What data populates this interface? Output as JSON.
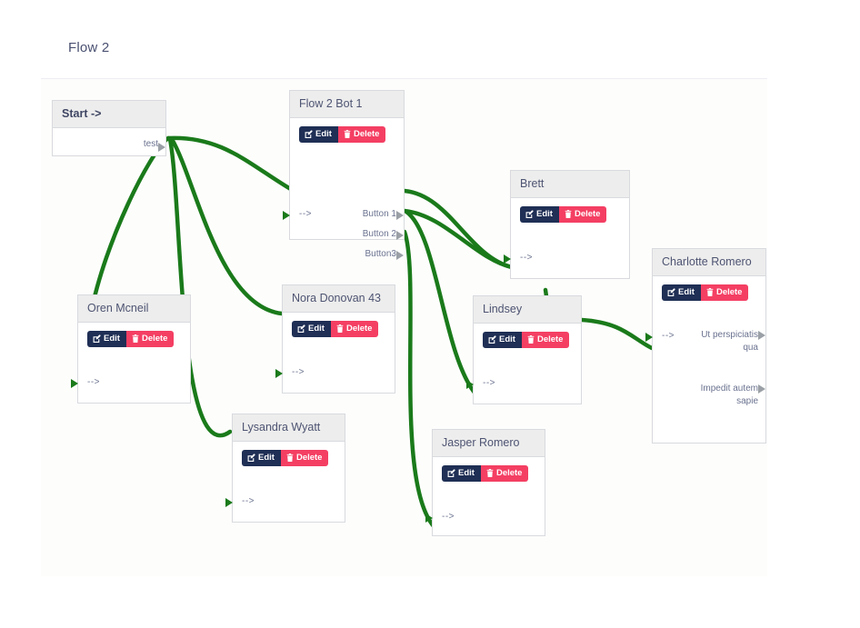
{
  "header": {
    "title": "Flow 2"
  },
  "canvas": {
    "edge_color": "#1a7a1a",
    "accent_edit": "#1f2f55",
    "accent_delete": "#f43f63",
    "node_header_bg": "#ededed"
  },
  "actions": {
    "edit_label": "Edit",
    "delete_label": "Delete",
    "edit_icon": "pencil-square-icon",
    "delete_icon": "trash-icon"
  },
  "nodes": [
    {
      "id": "start",
      "title": "Start ->",
      "has_actions": false,
      "in_port": null,
      "out_ports": [
        "test"
      ]
    },
    {
      "id": "flow-2-bot-1",
      "title": "Flow 2 Bot 1",
      "has_actions": true,
      "in_port": "-->",
      "out_ports": [
        "Button 1",
        "Button 2",
        "Button3"
      ]
    },
    {
      "id": "oren-mcneil",
      "title": "Oren Mcneil",
      "has_actions": true,
      "in_port": "-->",
      "out_ports": []
    },
    {
      "id": "nora-donovan-43",
      "title": "Nora Donovan 43",
      "has_actions": true,
      "in_port": "-->",
      "out_ports": []
    },
    {
      "id": "lysandra-wyatt",
      "title": "Lysandra Wyatt",
      "has_actions": true,
      "in_port": "-->",
      "out_ports": []
    },
    {
      "id": "jasper-romero",
      "title": "Jasper Romero",
      "has_actions": true,
      "in_port": "-->",
      "out_ports": []
    },
    {
      "id": "brett",
      "title": "Brett",
      "has_actions": true,
      "in_port": "-->",
      "out_ports": []
    },
    {
      "id": "lindsey",
      "title": "Lindsey",
      "has_actions": true,
      "in_port": "-->",
      "out_ports": []
    },
    {
      "id": "charlotte-romero",
      "title": "Charlotte Romero",
      "has_actions": true,
      "in_port": "-->",
      "out_ports": [
        "Ut perspiciatis qua",
        "Impedit autem sapie"
      ]
    }
  ]
}
